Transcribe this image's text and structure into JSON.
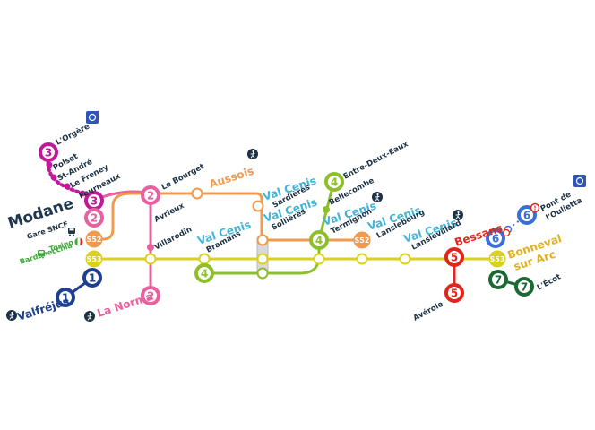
{
  "colors": {
    "line1": "#1f3f8f",
    "line2": "#e8609e",
    "line3": "#c2199a",
    "line4": "#8cbf2a",
    "line5": "#e0251b",
    "line6": "#3a6fd8",
    "line7": "#1b6a35",
    "s52": "#f09a4f",
    "s53": "#d8d21f",
    "modane": "#1f3650",
    "dark": "#1d3244",
    "torino": "#3aaa35",
    "bessans": "#e0251b",
    "bonneval": "#e1b01c",
    "valcenis": "#41b4d8",
    "aussois": "#f09a4f",
    "lanorma": "#e8609e",
    "valfrejus": "#1f3f8f"
  },
  "line_numbers": {
    "l1": "1",
    "l2": "2",
    "l3": "3",
    "l4": "4",
    "l5": "5",
    "l6": "6",
    "l7": "7"
  },
  "shuttle_labels": {
    "s52": "S52",
    "s53": "S53"
  },
  "stops": {
    "lorgere": "L'Orgère",
    "polset": "Polset",
    "standre": "St-André",
    "lefreney": "Le Freney",
    "fourneaux": "Fourneaux",
    "lebourget": "Le Bourget",
    "avrieux": "Avrieux",
    "villarodin": "Villarodin",
    "sardieres": "Sardières",
    "sollieres": "Sollières",
    "bramans": "Bramans",
    "entredeuxeaux": "Entre-Deux-Eaux",
    "bellecombe": "Bellecombe",
    "termignon": "Termignon",
    "lanslebourg": "Lanslebourg",
    "lanslevillard": "Lanslevillard",
    "averole": "Avérole",
    "pont_line1": "Pont de",
    "pont_line2": "l'Oulietta",
    "lecot": "L'Écot"
  },
  "towns": {
    "modane": "Modane",
    "gare": "Gare SNCF",
    "torino": "Torino",
    "bardonecchia": "Bardonecchia",
    "aussois": "Aussois",
    "valcenis": "Val Cenis",
    "bessans": "Bessans",
    "bonneval_line1": "Bonneval",
    "bonneval_line2": "sur Arc",
    "lanorma": "La Norma",
    "valfrejus": "Valfréjus"
  },
  "icons": {
    "lorgere": "park-entrance-icon",
    "pontoulietta": "park-entrance-icon",
    "lanorma": "hiker-icon",
    "valfrejus": "hiker-icon",
    "aussois": "hiker-icon",
    "bellecombe": "hiker-icon",
    "lanslevillard": "hiker-icon",
    "gare": "train-icon",
    "torino": "train-icon",
    "italy": "italy-flag-icon",
    "pont_alert": "warning-icon"
  }
}
